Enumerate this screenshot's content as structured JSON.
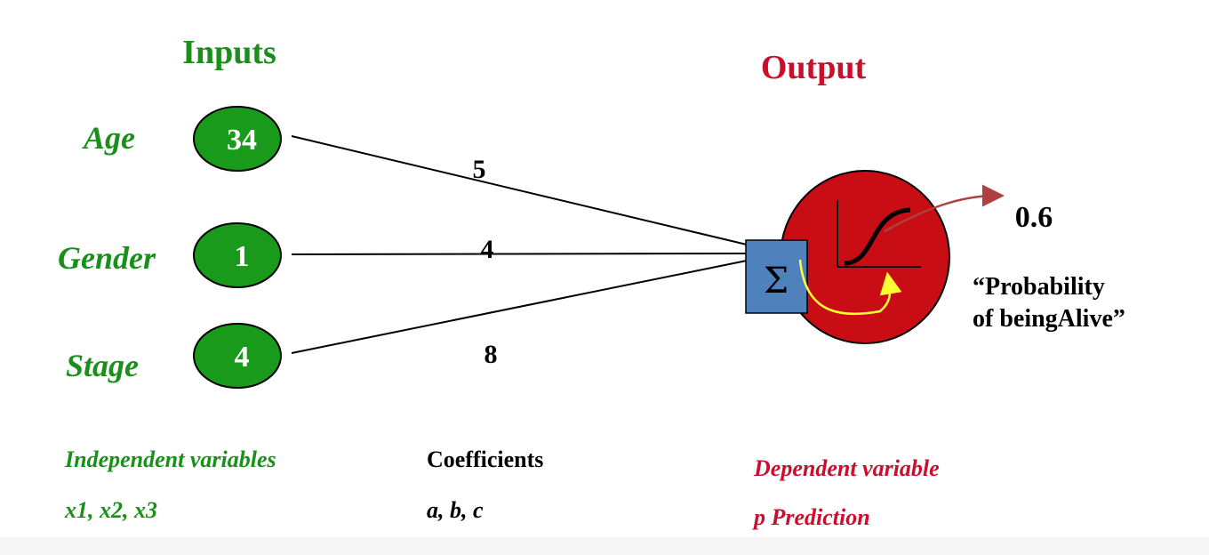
{
  "headings": {
    "inputs": "Inputs",
    "output": "Output"
  },
  "inputs": [
    {
      "label": "Age",
      "value": "34"
    },
    {
      "label": "Gender",
      "value": "1"
    },
    {
      "label": "Stage",
      "value": "4"
    }
  ],
  "weights": [
    "5",
    "4",
    "8"
  ],
  "sum_symbol": "Σ",
  "output_value": "0.6",
  "probability_label": {
    "line1": "“Probability",
    "line2": "of beingAlive”"
  },
  "footer": {
    "independent": "Independent variables",
    "x_vars": "x1, x2, x3",
    "coefficients": "Coefficients",
    "coef_vars": "a, b, c",
    "dependent": "Dependent variable",
    "prediction": "p Prediction"
  },
  "colors": {
    "green_text": "#1a8f1a",
    "node_fill": "#1a9a1a",
    "red": "#c8102e",
    "output_fill": "#c80d14",
    "sum_box": "#4f81bd",
    "yellow": "#ffff33"
  }
}
